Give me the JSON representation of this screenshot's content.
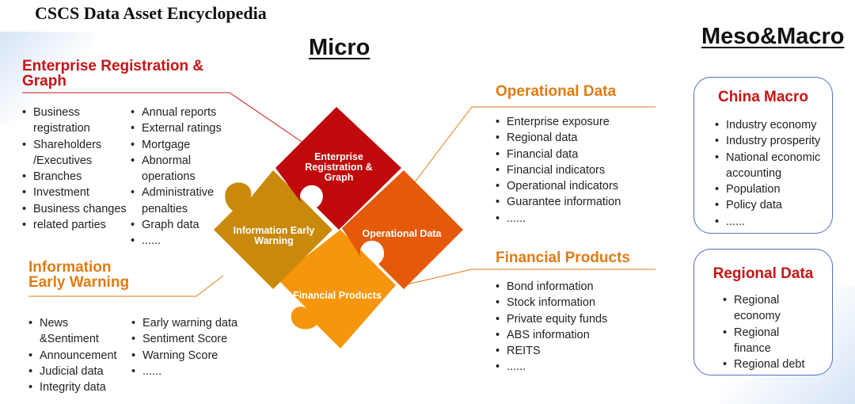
{
  "title": "CSCS Data Asset Encyclopedia",
  "headings": {
    "micro": "Micro",
    "macro": "Meso&Macro"
  },
  "enterprise": {
    "title_line1": "Enterprise Registration &",
    "title_line2": "Graph",
    "col1": [
      "Business registration",
      "Shareholders /Executives",
      "Branches",
      "Investment",
      "Business changes",
      "related parties"
    ],
    "col2": [
      "Annual reports",
      "External ratings",
      "Mortgage",
      "Abnormal operations",
      "Administrative penalties",
      "Graph data",
      "......"
    ]
  },
  "warning": {
    "title_line1": "Information",
    "title_line2": "Early Warning",
    "col1": [
      "News &Sentiment",
      "Announcement",
      "Judicial data",
      "Integrity data"
    ],
    "col2": [
      "Early warning data",
      "Sentiment Score",
      " Warning Score",
      "......"
    ]
  },
  "operational": {
    "title": "Operational Data",
    "items": [
      "Enterprise exposure",
      "Regional data",
      "Financial data",
      "Financial indicators",
      "Operational indicators",
      "Guarantee information",
      "......"
    ]
  },
  "financial": {
    "title": "Financial Products",
    "items": [
      "Bond information",
      "Stock information",
      "Private equity funds",
      "ABS information",
      "REITS",
      "......"
    ]
  },
  "china_macro": {
    "title": "China Macro",
    "items": [
      "Industry economy",
      "Industry prosperity",
      "National economic accounting",
      "Population",
      "Policy data",
      "......"
    ]
  },
  "regional": {
    "title": "Regional Data",
    "items": [
      "Regional economy",
      "Regional finance",
      "Regional debt"
    ]
  },
  "puzzle": {
    "top_line1": "Enterprise",
    "top_line2": "Registration &",
    "top_line3": "Graph",
    "left_line1": "Information Early",
    "left_line2": "Warning",
    "right": "Operational Data",
    "bottom": "Financial Products"
  },
  "colors": {
    "red": "#c0090b",
    "gold": "#c98a0c",
    "orange_dark": "#e45a0a",
    "orange_light": "#f6960d",
    "section_red": "#c81414",
    "section_orange": "#e07b12",
    "box_border": "#4a72c4"
  }
}
